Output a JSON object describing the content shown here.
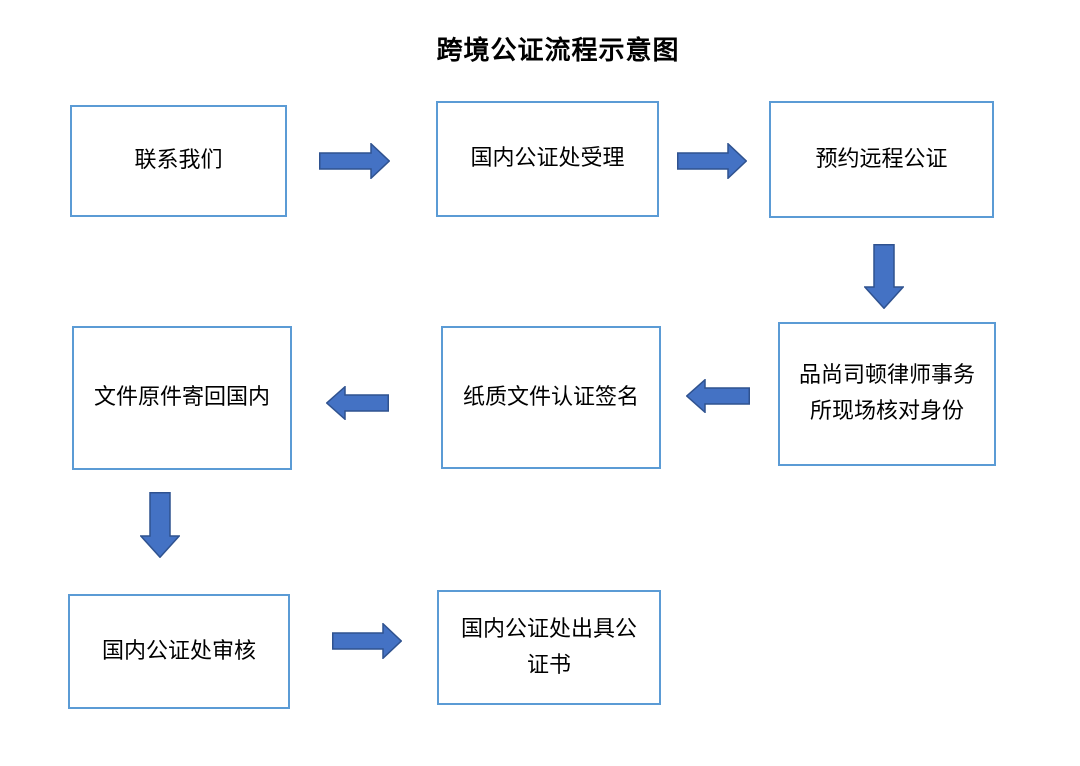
{
  "title": "跨境公证流程示意图",
  "steps": [
    {
      "label": "联系我们"
    },
    {
      "label": "国内公证处受理"
    },
    {
      "label": "预约远程公证"
    },
    {
      "label": "品尚司顿律师事务所现场核对身份"
    },
    {
      "label": "纸质文件认证签名"
    },
    {
      "label": "文件原件寄回国内"
    },
    {
      "label": "国内公证处审核"
    },
    {
      "label": "国内公证处出具公证书"
    }
  ],
  "colors": {
    "box_border": "#5B9BD5",
    "arrow_fill": "#4472C4",
    "arrow_stroke": "#2F528F",
    "text": "#000000"
  }
}
